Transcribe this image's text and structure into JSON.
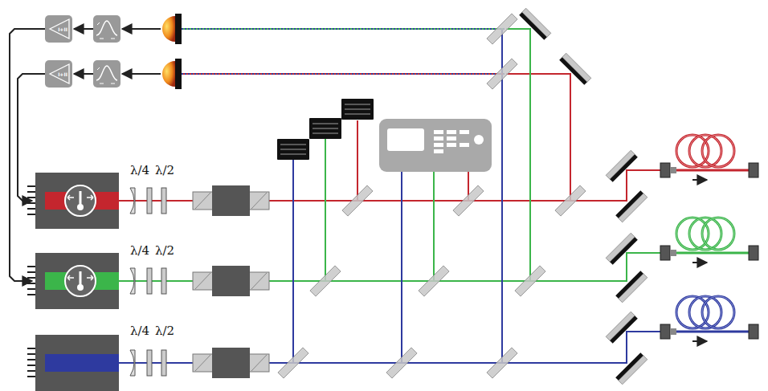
{
  "diagram": {
    "labels": [
      "λ/4",
      "λ/2",
      "λ/4",
      "λ/2",
      "λ/4",
      "λ/2",
      "I+II",
      "I+II"
    ]
  }
}
